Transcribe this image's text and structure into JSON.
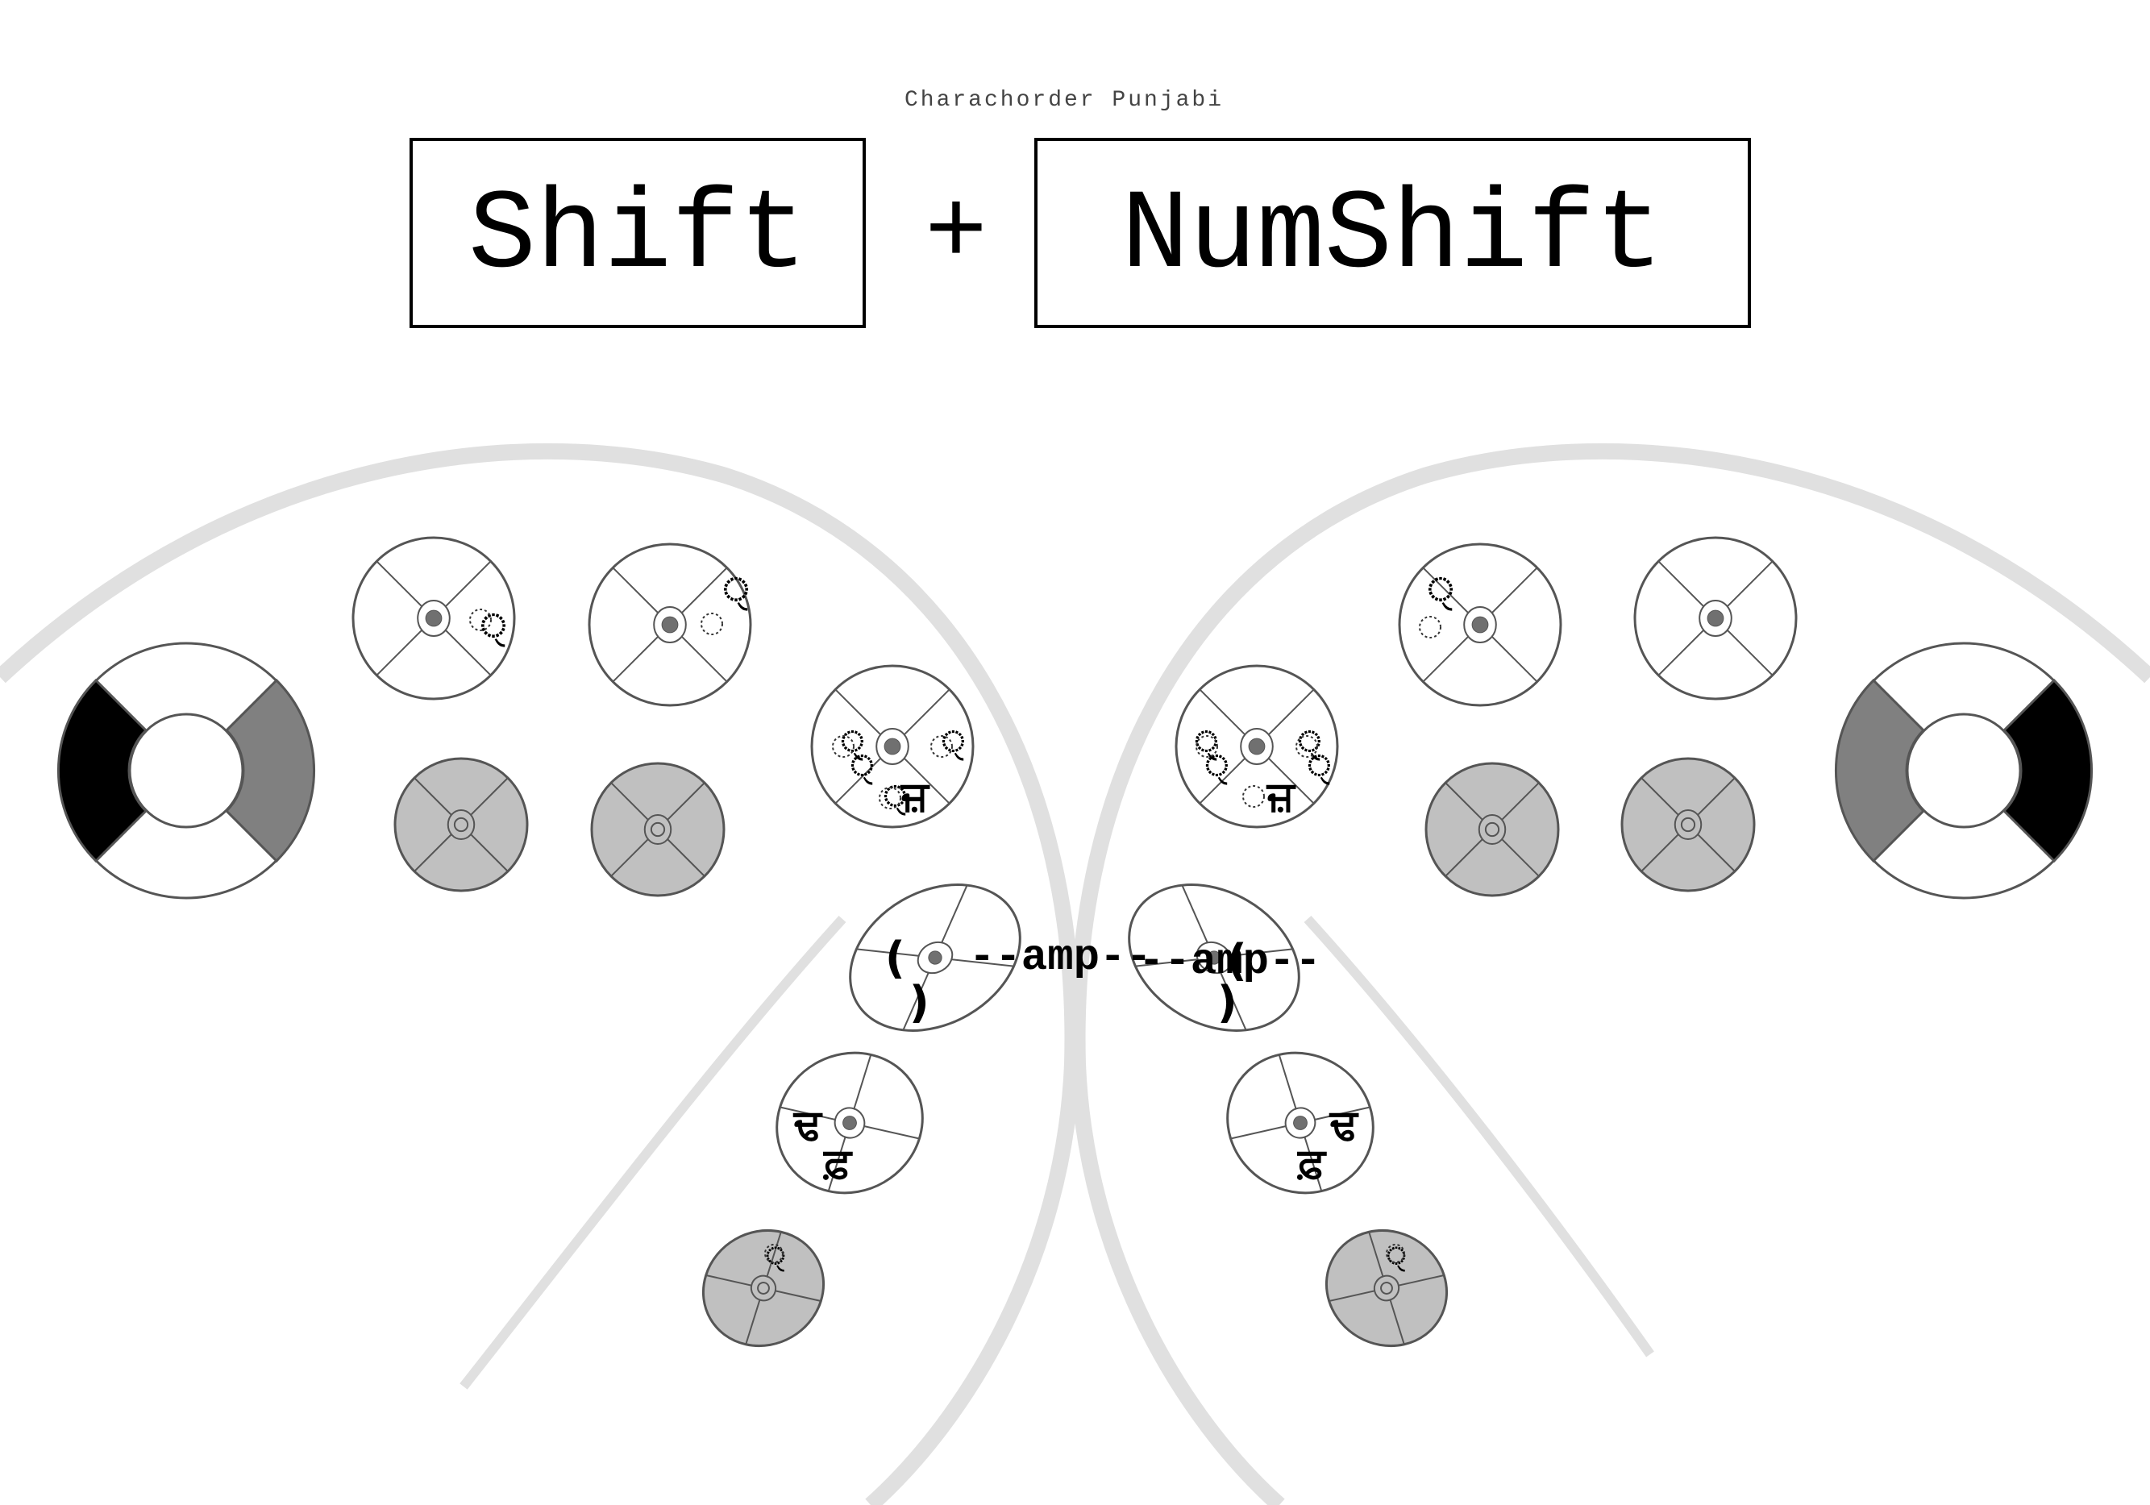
{
  "header": {
    "subtitle": "Charachorder Punjabi",
    "key_left": "Shift",
    "plus": "+",
    "key_right": "NumShift"
  },
  "colors": {
    "background": "#ffffff",
    "guide_arc": "#e0e0e0",
    "stroke": "#555555",
    "gray_fill": "#c0c0c0",
    "dark_gray": "#808080",
    "black": "#000000",
    "center_dot": "#707070"
  },
  "left_hand": {
    "thumbstick_cluster": {
      "name": "palm-wheel-left",
      "dark_sector": "left",
      "mid_sector": "right"
    },
    "keys": {
      "top_1": {
        "glyphs": [
          "ੑ"
        ]
      },
      "top_2": {
        "glyphs": [
          "ੑ",
          "ੑ"
        ]
      },
      "index": {
        "glyphs": [
          "ੑ",
          "ੑ",
          "ੑ",
          "ਜ਼",
          "ੑ"
        ]
      },
      "thumb_1": {
        "glyphs": [
          "(",
          ")"
        ],
        "label": "--amp--"
      },
      "thumb_2": {
        "glyphs": [
          "ਢ",
          "ਫ਼"
        ]
      },
      "thumb_3": {
        "glyphs": [
          "ੑ"
        ]
      }
    }
  },
  "right_hand": {
    "thumbstick_cluster": {
      "name": "palm-wheel-right",
      "dark_sector": "right",
      "mid_sector": "left"
    },
    "keys": {
      "top_1": {
        "glyphs": [
          "ੑ",
          "ੑ"
        ]
      },
      "index": {
        "glyphs": [
          "ੑ",
          "ੑ",
          "ੑ",
          "ਜ਼",
          "ੑ"
        ]
      },
      "thumb_1": {
        "glyphs": [
          "(",
          ")"
        ],
        "label": "--amp--"
      },
      "thumb_2": {
        "glyphs": [
          "ਢ",
          "ਫ਼"
        ]
      },
      "thumb_3": {
        "glyphs": [
          "ੑ"
        ]
      }
    }
  }
}
